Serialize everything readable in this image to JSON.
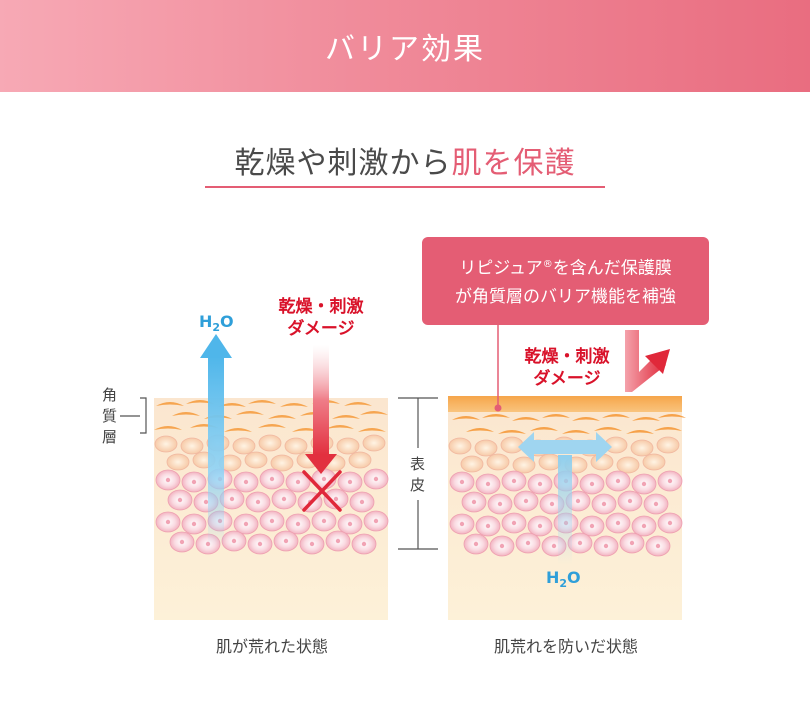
{
  "banner": {
    "title": "バリア効果"
  },
  "heading": {
    "part1": "乾燥や刺激から",
    "part2": "肌を保護"
  },
  "callout": {
    "line1a": "リピジュア",
    "reg": "®",
    "line1b": "を含んだ保護膜",
    "line2": "が角質層のバリア機能を補強"
  },
  "left_panel": {
    "damage_line1": "乾燥・刺激",
    "damage_line2": "ダメージ",
    "h2o_main": "H",
    "h2o_sub": "2",
    "h2o_end": "O",
    "caption": "肌が荒れた状態"
  },
  "right_panel": {
    "damage_line1": "乾燥・刺激",
    "damage_line2": "ダメージ",
    "h2o_main": "H",
    "h2o_sub": "2",
    "h2o_end": "O",
    "caption": "肌荒れを防いだ状態"
  },
  "side_labels": {
    "stratum_1": "角",
    "stratum_2": "質",
    "stratum_3": "層",
    "epidermis_1": "表",
    "epidermis_2": "皮"
  },
  "colors": {
    "accent": "#e45d74",
    "damage": "#d9122a",
    "water": "#2f9fd9"
  }
}
